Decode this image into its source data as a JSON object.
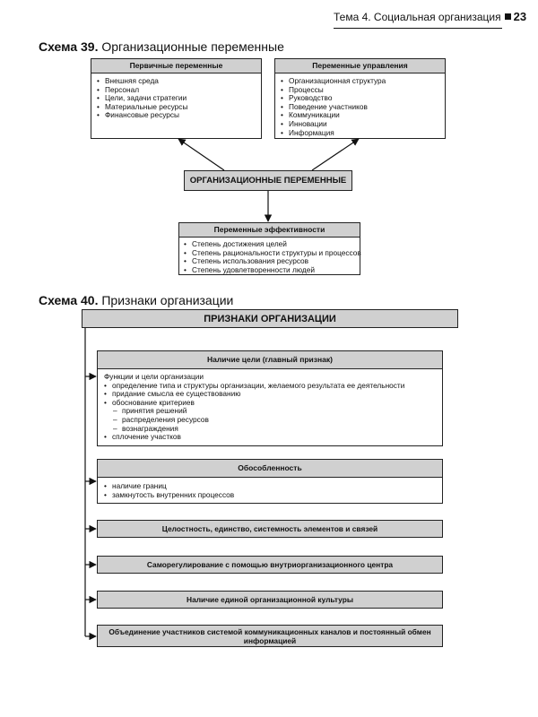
{
  "header": {
    "chapter": "Тема 4. Социальная организация",
    "page_number": "23"
  },
  "scheme39": {
    "label": "Схема 39.",
    "title": "Организационные переменные",
    "primary": {
      "title": "Первичные переменные",
      "items": [
        "Внешняя среда",
        "Персонал",
        "Цели, задачи стратегии",
        "Материальные ресурсы",
        "Финансовые ресурсы"
      ]
    },
    "control": {
      "title": "Переменные управления",
      "items": [
        "Организационная структура",
        "Процессы",
        "Руководство",
        "Поведение участников",
        "Коммуникации",
        "Инновации",
        "Информация"
      ]
    },
    "center": "ОРГАНИЗАЦИОННЫЕ ПЕРЕМЕННЫЕ",
    "efficiency": {
      "title": "Переменные эффективности",
      "items": [
        "Степень достижения целей",
        "Степень рациональности структуры и процессов",
        "Степень использования ресурсов",
        "Степень удовлетворенности людей"
      ]
    }
  },
  "scheme40": {
    "label": "Схема 40.",
    "title": "Признаки организации",
    "main_title": "ПРИЗНАКИ ОРГАНИЗАЦИИ",
    "goal": {
      "title": "Наличие цели (главный признак)",
      "intro": "Функции и цели организации",
      "items": [
        {
          "text": "определение типа и структуры организации, желаемого результата ее деятельности",
          "level": 1
        },
        {
          "text": "придание смысла ее существованию",
          "level": 1
        },
        {
          "text": "обоснование критериев",
          "level": 1
        },
        {
          "text": "принятия решений",
          "level": 2
        },
        {
          "text": "распределения ресурсов",
          "level": 2
        },
        {
          "text": "вознаграждения",
          "level": 2
        },
        {
          "text": "сплочение участков",
          "level": 1
        }
      ]
    },
    "isolation": {
      "title": "Обособленность",
      "items": [
        "наличие границ",
        "замкнутость внутренних процессов"
      ]
    },
    "bars": [
      "Целостность, единство, системность элементов и связей",
      "Саморегулирование с помощью внутриорганизационного центра",
      "Наличие единой организационной культуры",
      "Объединение участников системой коммуникационных каналов и постоянный обмен информацией"
    ]
  }
}
